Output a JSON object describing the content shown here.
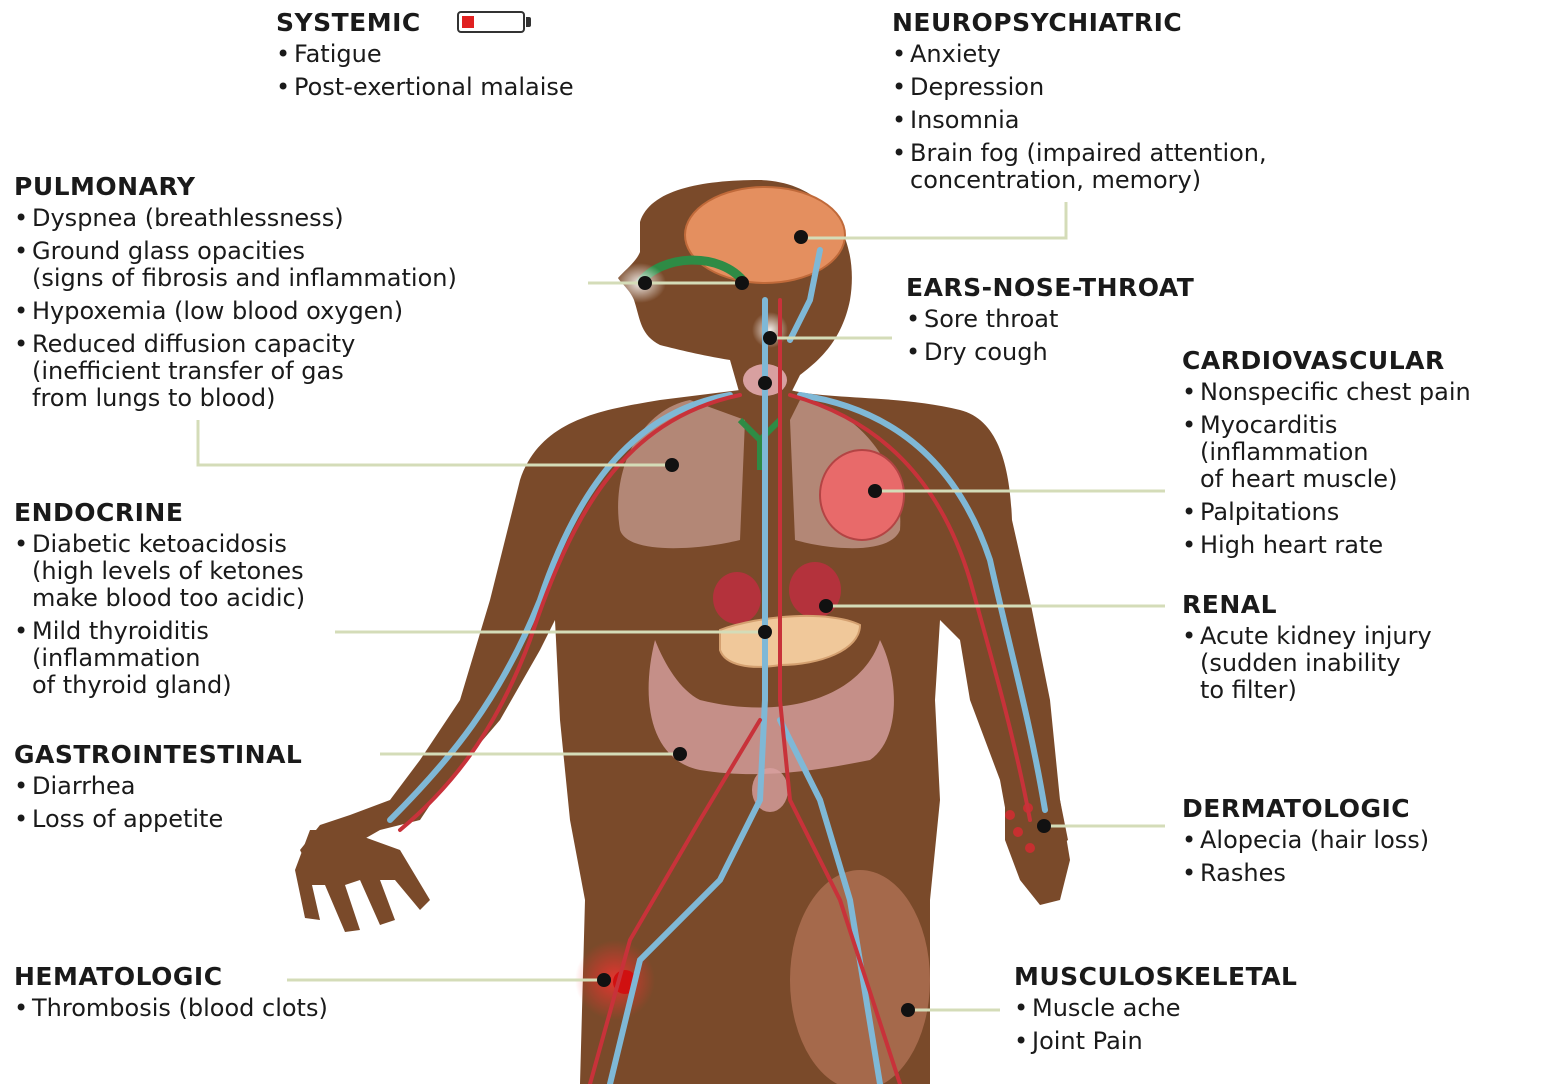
{
  "sections": {
    "systemic": {
      "heading": "SYSTEMIC",
      "items": [
        "Fatigue",
        "Post-exertional malaise"
      ]
    },
    "neuropsychiatric": {
      "heading": "NEUROPSYCHIATRIC",
      "items": [
        "Anxiety",
        "Depression",
        "Insomnia",
        "Brain fog (impaired attention,\nconcentration, memory)"
      ]
    },
    "pulmonary": {
      "heading": "PULMONARY",
      "items": [
        "Dyspnea (breathlessness)",
        "Ground glass opacities\n(signs of fibrosis and inflammation)",
        "Hypoxemia (low blood oxygen)",
        "Reduced diffusion capacity\n(inefficient transfer of gas\nfrom lungs to blood)"
      ]
    },
    "ent": {
      "heading": "EARS-NOSE-THROAT",
      "items": [
        "Sore throat",
        "Dry cough"
      ]
    },
    "cardiovascular": {
      "heading": "CARDIOVASCULAR",
      "items": [
        "Nonspecific chest pain",
        "Myocarditis\n(inflammation\nof heart muscle)",
        "Palpitations",
        "High heart rate"
      ]
    },
    "endocrine": {
      "heading": "ENDOCRINE",
      "items": [
        "Diabetic ketoacidosis\n(high levels of ketones\nmake blood too acidic)",
        "Mild thyroiditis\n(inflammation\nof thyroid gland)"
      ]
    },
    "renal": {
      "heading": "RENAL",
      "items": [
        "Acute kidney injury\n(sudden inability\nto filter)"
      ]
    },
    "gastrointestinal": {
      "heading": "GASTROINTESTINAL",
      "items": [
        "Diarrhea",
        "Loss of appetite"
      ]
    },
    "dermatologic": {
      "heading": "DERMATOLOGIC",
      "items": [
        "Alopecia (hair loss)",
        "Rashes"
      ]
    },
    "hematologic": {
      "heading": "HEMATOLOGIC",
      "items": [
        "Thrombosis (blood clots)"
      ]
    },
    "musculoskeletal": {
      "heading": "MUSCULOSKELETAL",
      "items": [
        "Muscle ache",
        "Joint Pain"
      ]
    }
  },
  "bullet": "•",
  "colors": {
    "skin": "#7a4a2a",
    "vein": "#7fb8d6",
    "artery": "#c8323a",
    "leader_line": "#d4dcb8",
    "organ_pink": "#d8a0a0",
    "brain": "#e48f5f",
    "airway": "#2e8b45",
    "heart": "#e86a6a",
    "pancreas": "#f0c89a",
    "kidney": "#b4323c",
    "marker": "#111111"
  },
  "icons": {
    "systemic": "low-battery-icon"
  }
}
